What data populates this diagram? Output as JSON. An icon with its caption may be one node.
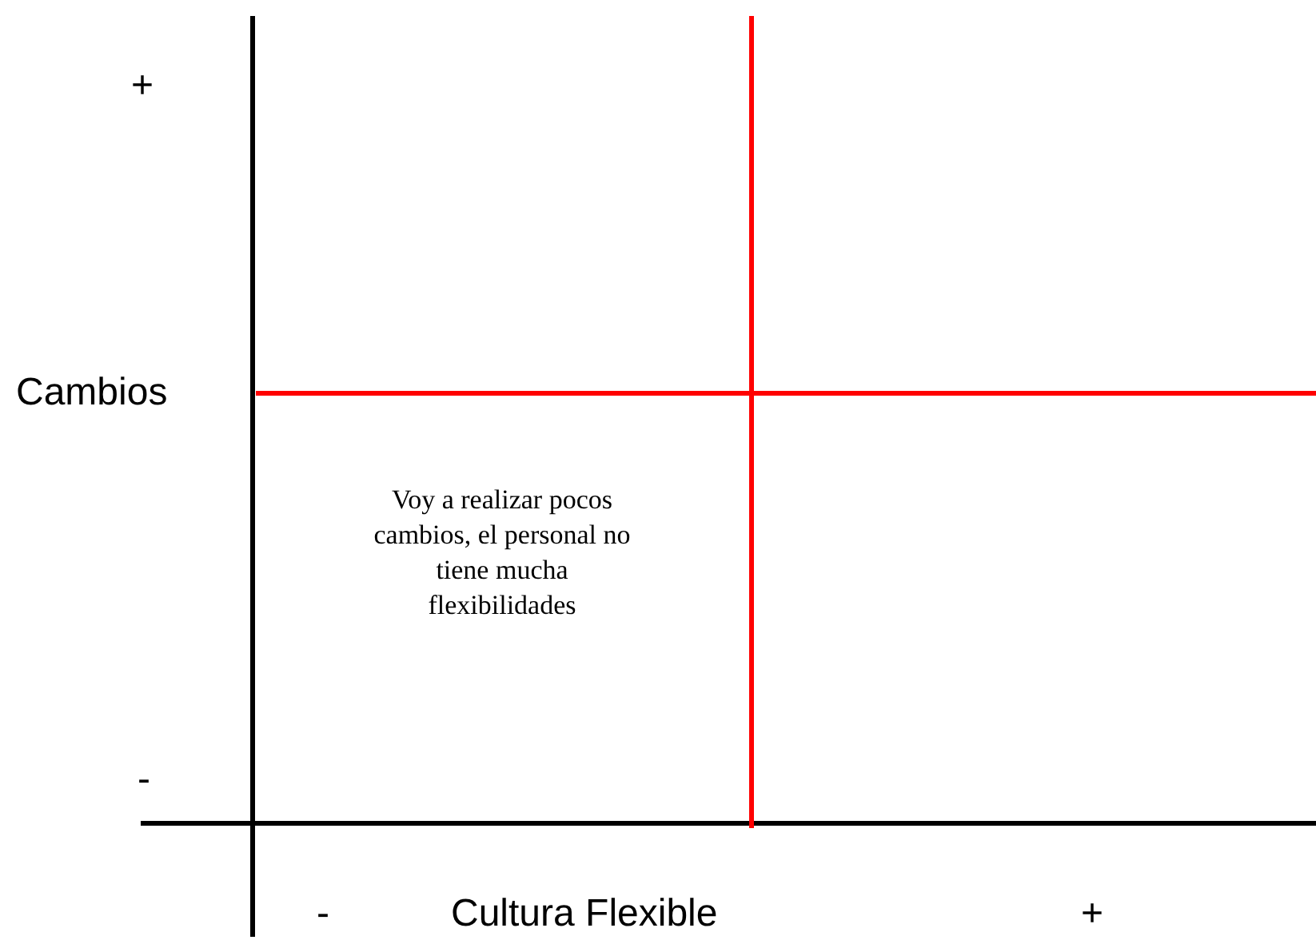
{
  "diagram": {
    "labels": [
      "+",
      "Cambios",
      "Voy a realizar pocos cambios, el personal no tiene mucha flexibilidades",
      "-",
      "-",
      "Cultura Flexible",
      "+"
    ]
  }
}
